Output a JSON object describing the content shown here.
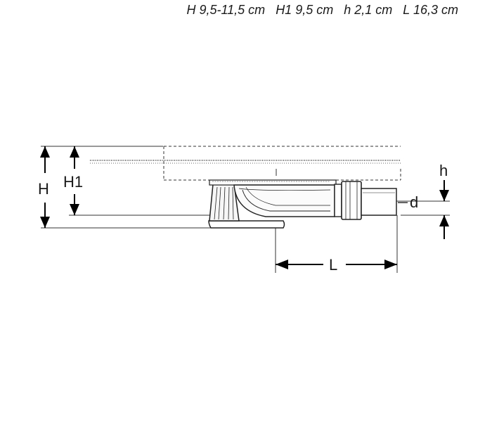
{
  "specs": {
    "H": "H 9,5-11,5 cm",
    "H1": "H1 9,5 cm",
    "h": "h 2,1 cm",
    "L": "L 16,3 cm"
  },
  "labels": {
    "H": "H",
    "H1": "H1",
    "h": "h",
    "d": "d",
    "L": "L"
  }
}
